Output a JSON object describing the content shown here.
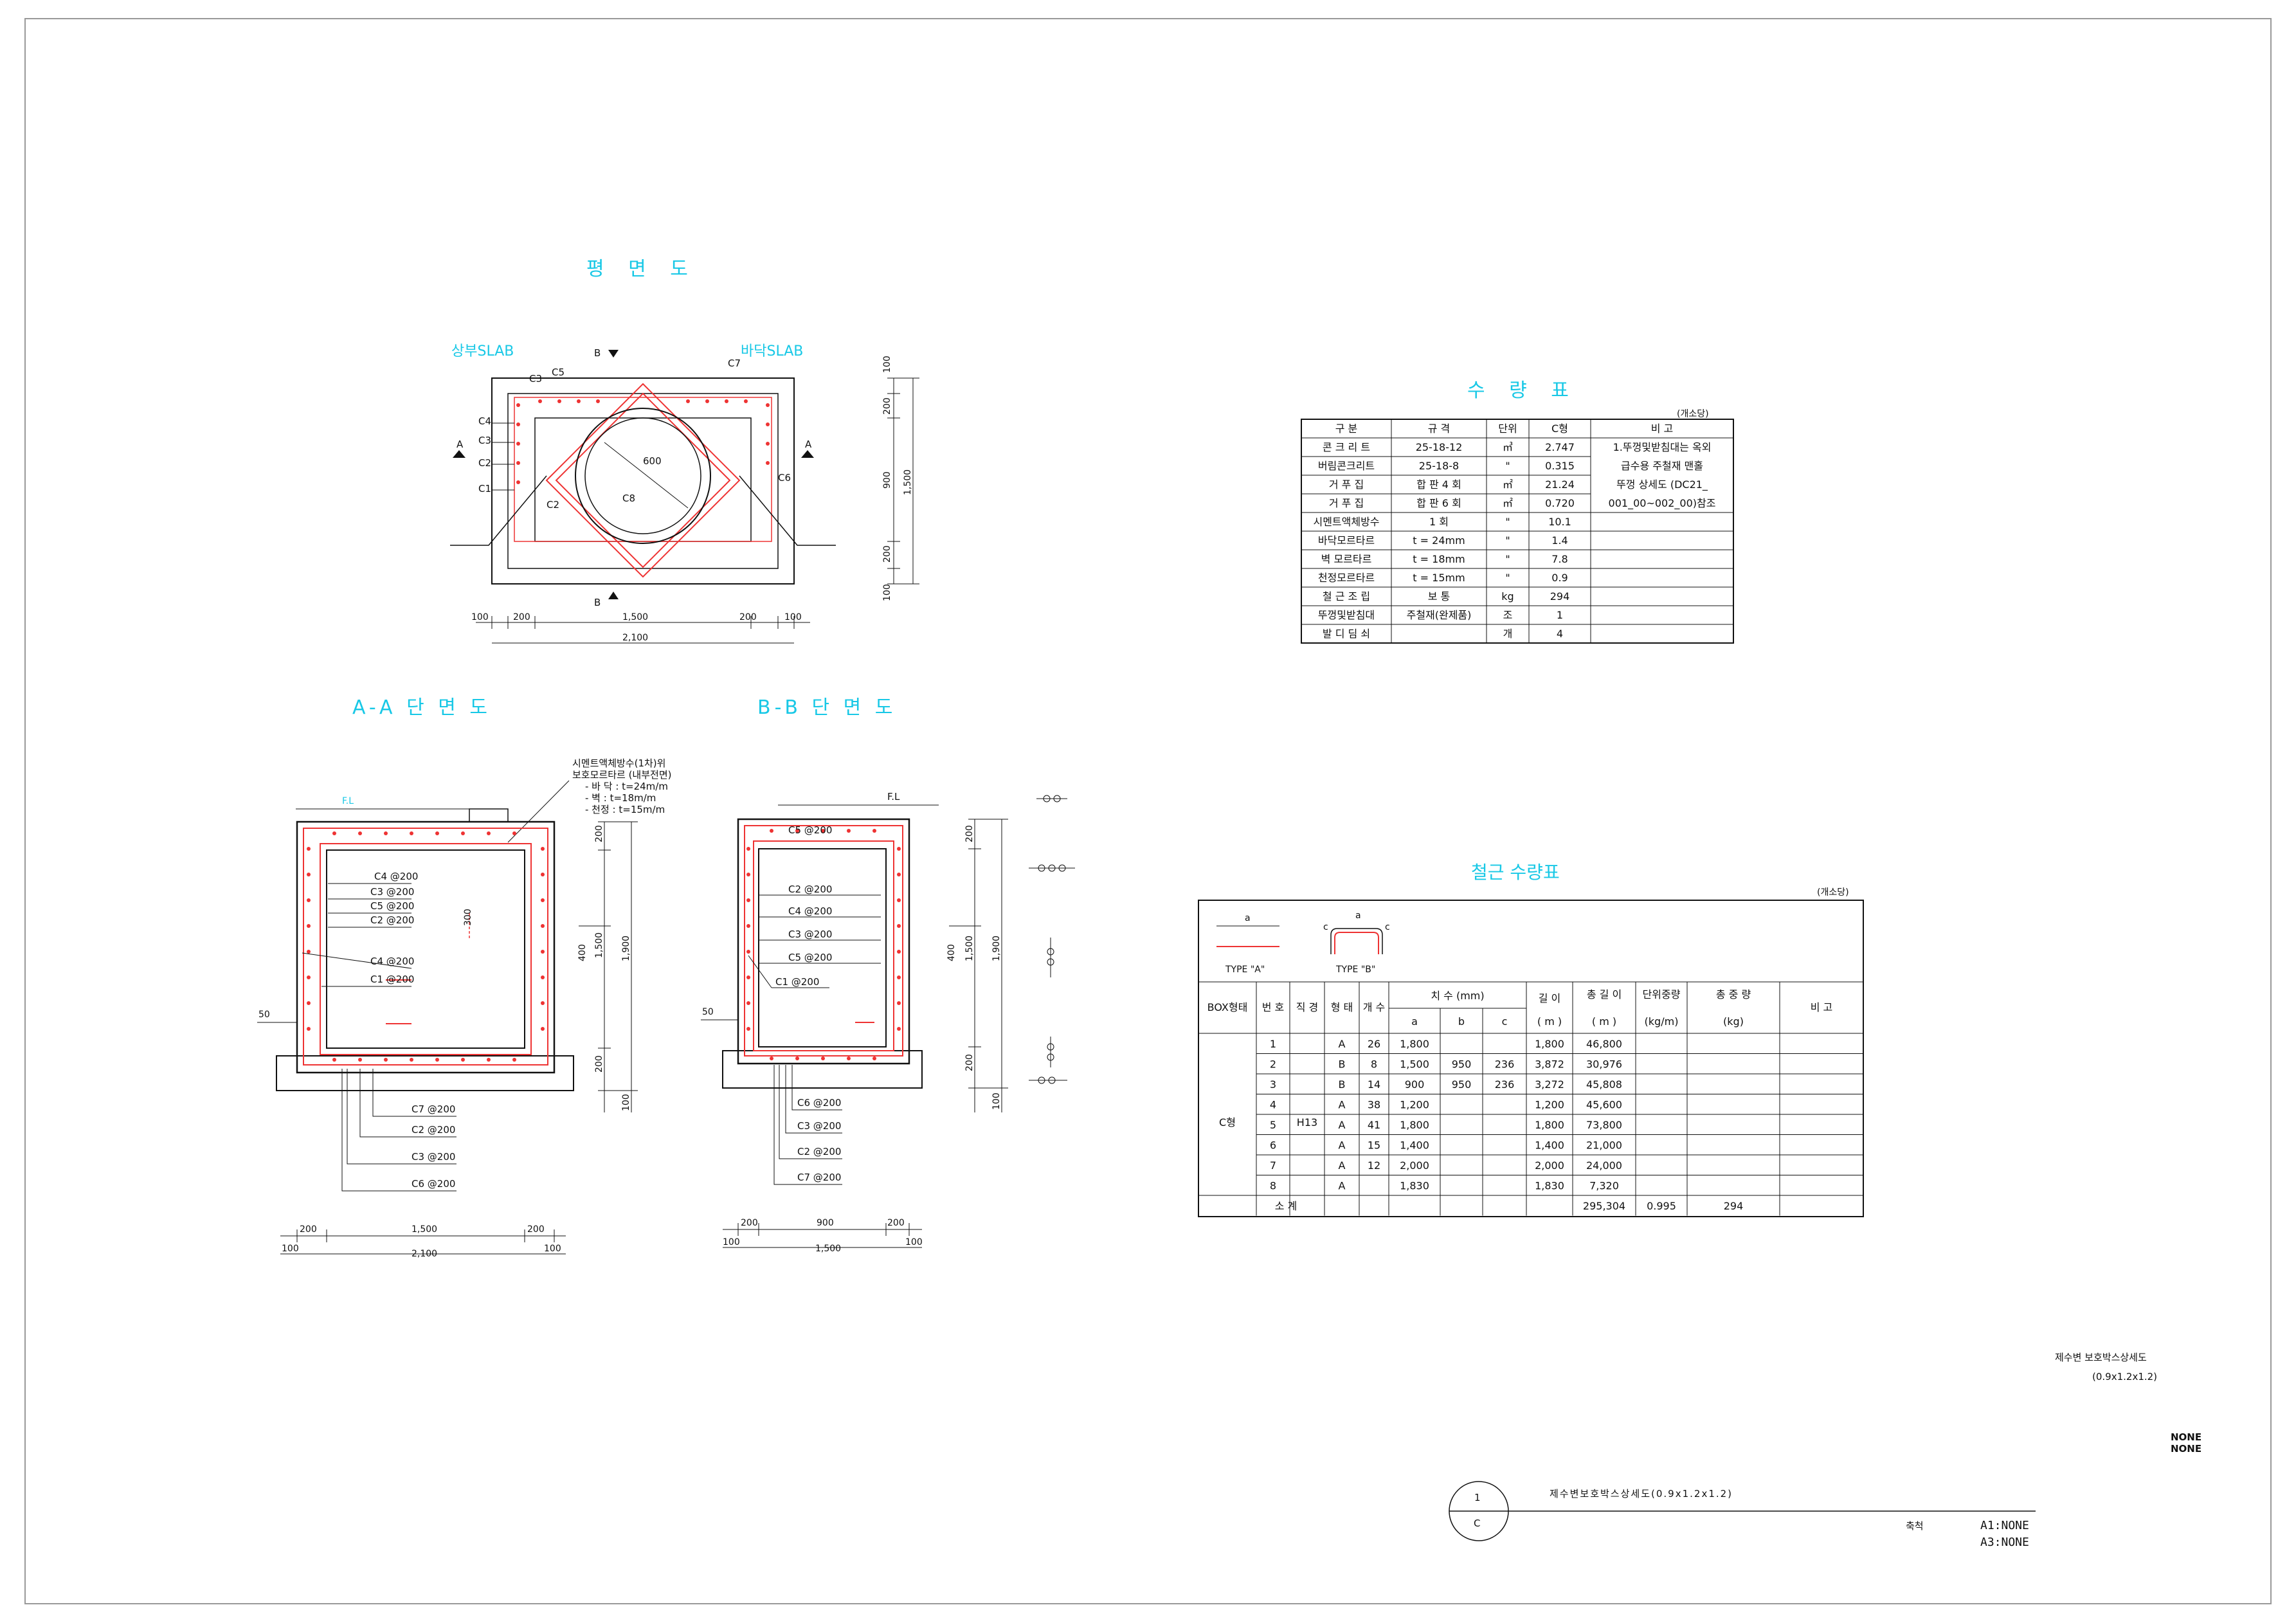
{
  "plan": {
    "title": "평 면 도",
    "label_top_slab": "상부SLAB",
    "label_bottom_slab": "바닥SLAB",
    "section_marks": [
      "B",
      "B",
      "A",
      "A"
    ],
    "bar_labels": [
      "C3",
      "C5",
      "C7",
      "C4",
      "C3",
      "C2",
      "C1",
      "C6",
      "C8",
      "C2",
      "600"
    ],
    "dims_bottom": [
      "100",
      "200",
      "1,500",
      "200",
      "100"
    ],
    "dim_total": "2,100",
    "dims_right": [
      "100",
      "200",
      "900",
      "200",
      "100"
    ],
    "dim_right_total": "1,500"
  },
  "section_aa": {
    "title": "A-A 단 면 도",
    "note_lines": [
      "시멘트액체방수(1차)위",
      "보호모르타르 (내부전면)",
      "- 바 닥 : t=24m/m",
      "- 벽 : t=18m/m",
      "- 천정 : t=15m/m"
    ],
    "fl": "F.L",
    "bar_labels_upper": [
      "C4 @200",
      "C3 @200",
      "C5 @200",
      "C2 @200",
      "C4 @200",
      "C1 @200"
    ],
    "bar_labels_lower": [
      "C7 @200",
      "C2 @200",
      "C3 @200",
      "C6 @200"
    ],
    "dim_300": "300",
    "dim_50": "50",
    "dims_right": [
      "200",
      "1,500",
      "400",
      "1,900",
      "200",
      "100"
    ],
    "dims_bottom": [
      "200",
      "1,500",
      "200"
    ],
    "dims_bottom2": [
      "100",
      "2,100",
      "100"
    ]
  },
  "section_bb": {
    "title": "B-B 단 면 도",
    "fl": "F.L",
    "bar_labels_upper": [
      "C5 @200",
      "C2 @200",
      "C4 @200",
      "C3 @200",
      "C5 @200",
      "C1 @200"
    ],
    "bar_labels_lower": [
      "C6 @200",
      "C3 @200",
      "C2 @200",
      "C7 @200"
    ],
    "dim_50": "50",
    "dims_right": [
      "200",
      "400",
      "1,500",
      "1,900",
      "200",
      "100"
    ],
    "dims_bottom": [
      "200",
      "900",
      "200"
    ],
    "dims_bottom2": [
      "100",
      "1,500",
      "100"
    ]
  },
  "quantity_table": {
    "title": "수 량 표",
    "unit_note": "(개소당)",
    "headers": [
      "구 분",
      "규 격",
      "단위",
      "C형",
      "비 고"
    ],
    "rows": [
      [
        "콘 크 리 트",
        "25-18-12",
        "㎥",
        "2.747"
      ],
      [
        "버림콘크리트",
        "25-18-8",
        "\"",
        "0.315"
      ],
      [
        "거 푸 집",
        "합 판 4 회",
        "㎡",
        "21.24"
      ],
      [
        "거 푸 집",
        "합 판 6 회",
        "㎡",
        "0.720"
      ],
      [
        "시멘트액체방수",
        "1 회",
        "\"",
        "10.1"
      ],
      [
        "바닥모르타르",
        "t = 24mm",
        "\"",
        "1.4"
      ],
      [
        "벽 모르타르",
        "t = 18mm",
        "\"",
        "7.8"
      ],
      [
        "천정모르타르",
        "t = 15mm",
        "\"",
        "0.9"
      ],
      [
        "철 근 조 립",
        "보 통",
        "kg",
        "294"
      ],
      [
        "뚜껑및받침대",
        "주철재(완제품)",
        "조",
        "1"
      ],
      [
        "발 디 딤 쇠",
        "",
        "개",
        "4"
      ]
    ],
    "remarks": [
      "1.뚜껑및받침대는 옥외",
      "급수용 주철재 맨홀",
      "뚜껑 상세도 (DC21_",
      "001_00~002_00)참조"
    ]
  },
  "rebar_table": {
    "title": "철근 수량표",
    "unit_note": "(개소당)",
    "type_a": "TYPE \"A\"",
    "type_b": "TYPE \"B\"",
    "sym_a": "a",
    "sym_c": "c",
    "headers": [
      "BOX형태",
      "번 호",
      "직 경",
      "형 태",
      "개 수",
      "치 수 (mm)",
      "길 이",
      "총 길 이",
      "단위중량",
      "총 중 량",
      "비 고"
    ],
    "sub_headers": [
      "a",
      "b",
      "c",
      "( m )",
      "( m )",
      "(kg/m)",
      "(kg)"
    ],
    "box_type": "C형",
    "diameter": "H13",
    "rows": [
      [
        "1",
        "A",
        "26",
        "1,800",
        "",
        "",
        "1,800",
        "46,800"
      ],
      [
        "2",
        "B",
        "8",
        "1,500",
        "950",
        "236",
        "3,872",
        "30,976"
      ],
      [
        "3",
        "B",
        "14",
        "900",
        "950",
        "236",
        "3,272",
        "45,808"
      ],
      [
        "4",
        "A",
        "38",
        "1,200",
        "",
        "",
        "1,200",
        "45,600"
      ],
      [
        "5",
        "A",
        "41",
        "1,800",
        "",
        "",
        "1,800",
        "73,800"
      ],
      [
        "6",
        "A",
        "15",
        "1,400",
        "",
        "",
        "1,400",
        "21,000"
      ],
      [
        "7",
        "A",
        "12",
        "2,000",
        "",
        "",
        "2,000",
        "24,000"
      ],
      [
        "8",
        "A",
        "",
        "1,830",
        "",
        "",
        "1,830",
        "7,320"
      ]
    ],
    "total_label": "소 계",
    "total_length": "295,304",
    "unit_weight": "0.995",
    "total_weight": "294"
  },
  "title_block": {
    "side_title": "제수변 보호박스상세도",
    "side_subtitle": "(0.9x1.2x1.2)",
    "none1": "NONE",
    "none2": "NONE",
    "circle_top": "1",
    "circle_bottom": "C",
    "main_title": "제수변보호박스상세도(0.9x1.2x1.2)",
    "scale_label": "축척",
    "scale_a1": "A1:NONE",
    "scale_a3": "A3:NONE"
  },
  "colors": {
    "title_cyan": "#18c8e6",
    "rebar_red": "#e33333",
    "note_green": "#22bb22"
  }
}
